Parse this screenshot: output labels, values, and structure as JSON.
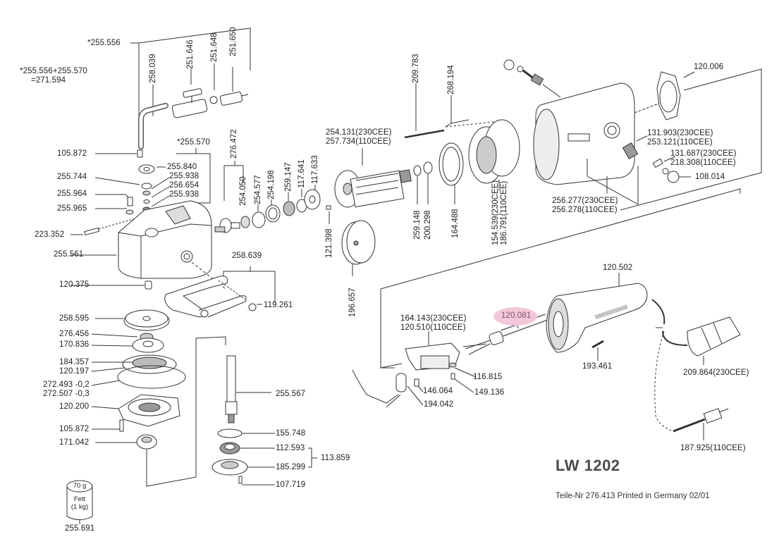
{
  "model": "LW 1202",
  "footer": "Teile-Nr 276.413 Printed in Germany 02/01",
  "highlight_color": "#f4c6da",
  "highlighted_part": "120.081",
  "note": {
    "line1": "*255.556+255.570",
    "line2": "=271.594"
  },
  "grease_can": {
    "amount": "70 g",
    "name": "Fett",
    "pack": "(1 kg)",
    "part": "255.691"
  },
  "labels": {
    "p255556": "*255.556",
    "p258039": "258.039",
    "p251646": "251.646",
    "p251648": "251.648",
    "p251650": "251.650",
    "p105872a": "105.872",
    "p255570": "*255.570",
    "p255840": "255.840",
    "p255744": "255.744",
    "p255938a": "255.938",
    "p256654": "256.654",
    "p255938b": "255.938",
    "p255964": "255.964",
    "p255965": "255.965",
    "p223352": "223.352",
    "p255561": "255.561",
    "p120375": "120.375",
    "p276472": "276.472",
    "p254050": "254.050",
    "p254577": "254.577",
    "p254198": "254.198",
    "p259147": "259.147",
    "p117641": "117.641",
    "p117633": "117.633",
    "p121398": "121.398",
    "p254131": "254.131(230CEE)",
    "p257734": "257.734(110CEE)",
    "p209783": "209.783",
    "p268194": "268.194",
    "p259148": "259.148",
    "p200298": "200.298",
    "p164488": "164.488",
    "p154539": "154.539(230CEE)",
    "p186791": "186.791(110CEE)",
    "p196657": "196.657",
    "p120006": "120.006",
    "p131903": "131.903(230CEE)",
    "p253121": "253.121(110CEE)",
    "p131687": "131.687(230CEE)",
    "p218308": "218.308(110CEE)",
    "p108014": "108.014",
    "p256277": "256.277(230CEE)",
    "p256278": "256.278(110CEE)",
    "p258639": "258.639",
    "p119261": "119.261",
    "p258595": "258.595",
    "p276456": "276.456",
    "p170836": "170.836",
    "p184357": "184.357",
    "p120197": "120.197",
    "p272493": "272.493 -0,2",
    "p272507": "272.507 -0,3",
    "p120200": "120.200",
    "p105872b": "105.872",
    "p171042": "171.042",
    "p255567": "255.567",
    "p155748": "155.748",
    "p112593": "112.593",
    "p185299": "185.299",
    "p113859": "113.859",
    "p107719": "107.719",
    "p120502": "120.502",
    "p120081": "120.081",
    "p164143": "164.143(230CEE)",
    "p120510": "120.510(110CEE)",
    "p116815": "116.815",
    "p146064": "146.064",
    "p149136": "149.136",
    "p194042": "194.042",
    "p193461": "193.461",
    "p209864": "209.864(230CEE)",
    "p187925": "187.925(110CEE)"
  }
}
